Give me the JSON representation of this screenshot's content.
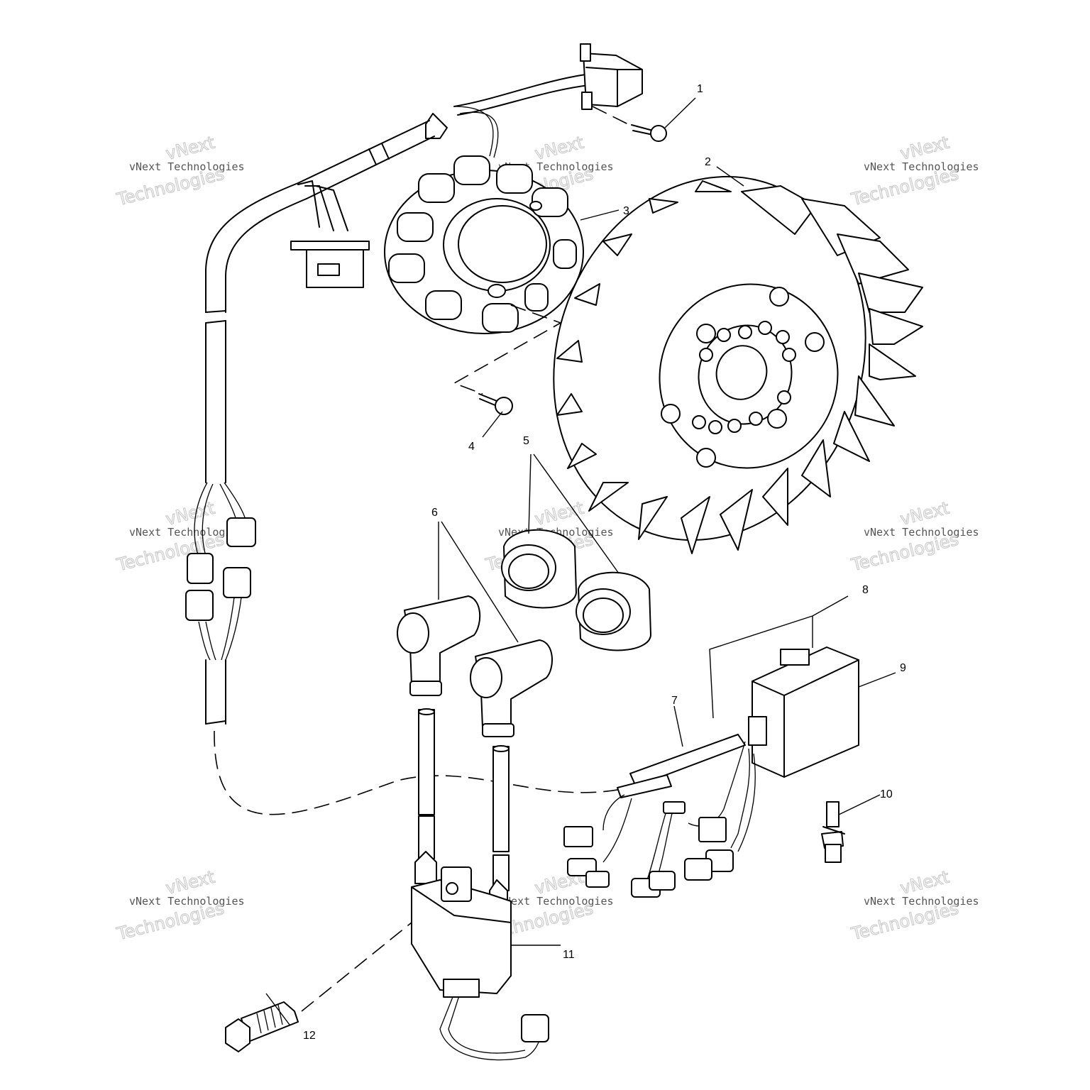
{
  "diagram": {
    "callouts": [
      "1",
      "2",
      "3",
      "4",
      "5",
      "6",
      "7",
      "8",
      "9",
      "10",
      "11",
      "12"
    ],
    "parts": [
      {
        "id": "regulator-mount",
        "callout": "1"
      },
      {
        "id": "flywheel",
        "callout": "2"
      },
      {
        "id": "stator",
        "callout": "3"
      },
      {
        "id": "stator-screw",
        "callout": "4"
      },
      {
        "id": "grommets",
        "callout": "5"
      },
      {
        "id": "spark-plug-caps",
        "callout": "6"
      },
      {
        "id": "cdi-harness",
        "callout": "7"
      },
      {
        "id": "cdi-assembly",
        "callout": "8"
      },
      {
        "id": "cdi-box",
        "callout": "9"
      },
      {
        "id": "terminal",
        "callout": "10"
      },
      {
        "id": "ignition-coil",
        "callout": "11"
      },
      {
        "id": "coil-bolt",
        "callout": "12"
      }
    ],
    "watermark": {
      "line1": "vNext Technologies",
      "line2": "vNext",
      "line3": "Technologies"
    }
  }
}
